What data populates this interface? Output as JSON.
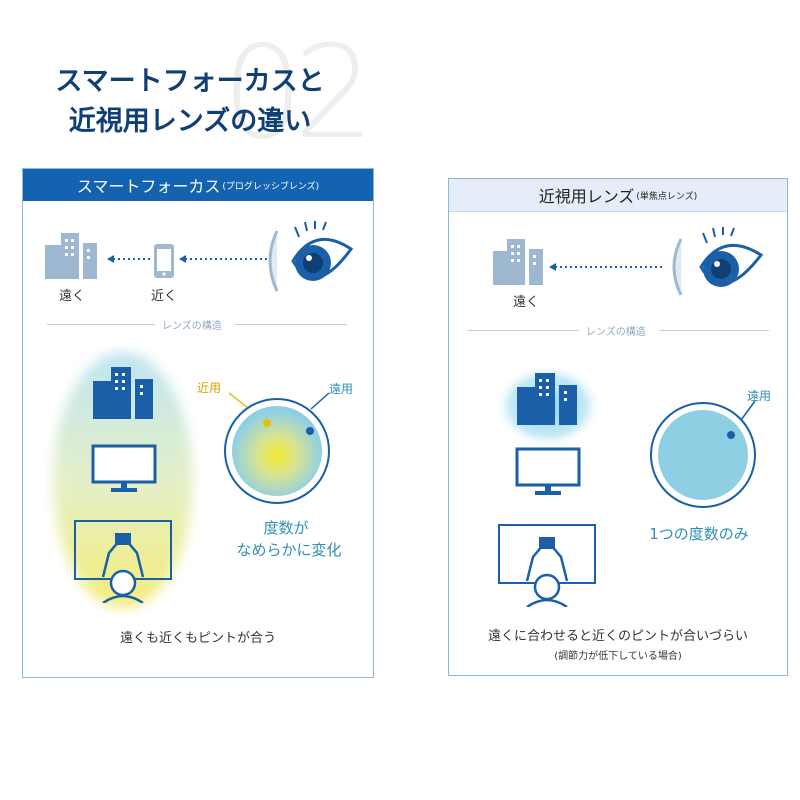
{
  "header": {
    "number": "02",
    "title_line1": "スマートフォーカスと",
    "title_line2": "近視用レンズの違い"
  },
  "left": {
    "title": "スマートフォーカス",
    "title_sub": "(プログレッシブレンズ)",
    "far_label": "遠く",
    "near_label": "近く",
    "structure_label": "レンズの構造",
    "near_use": "近用",
    "far_use": "遠用",
    "power_line1": "度数が",
    "power_line2": "なめらかに変化",
    "caption": "遠くも近くもピントが合う"
  },
  "right": {
    "title": "近視用レンズ",
    "title_sub": "(単焦点レンズ)",
    "far_label": "遠く",
    "structure_label": "レンズの構造",
    "far_use": "遠用",
    "power_text": "1つの度数のみ",
    "caption": "遠くに合わせると近くのピントが合いづらい",
    "sub_caption": "(調節力が低下している場合)"
  },
  "colors": {
    "navy_heading": "#0f3f75",
    "brand_blue": "#1463b0",
    "icon_blue": "#1a5fa8",
    "lens_teal": "#8fcfe4",
    "focus_yellow": "#f3ea5a"
  },
  "icons": [
    "buildings-icon",
    "smartphone-icon",
    "eye-icon",
    "contact-lens-icon",
    "monitor-icon",
    "person-reading-icon",
    "lens-diagram-icon"
  ]
}
